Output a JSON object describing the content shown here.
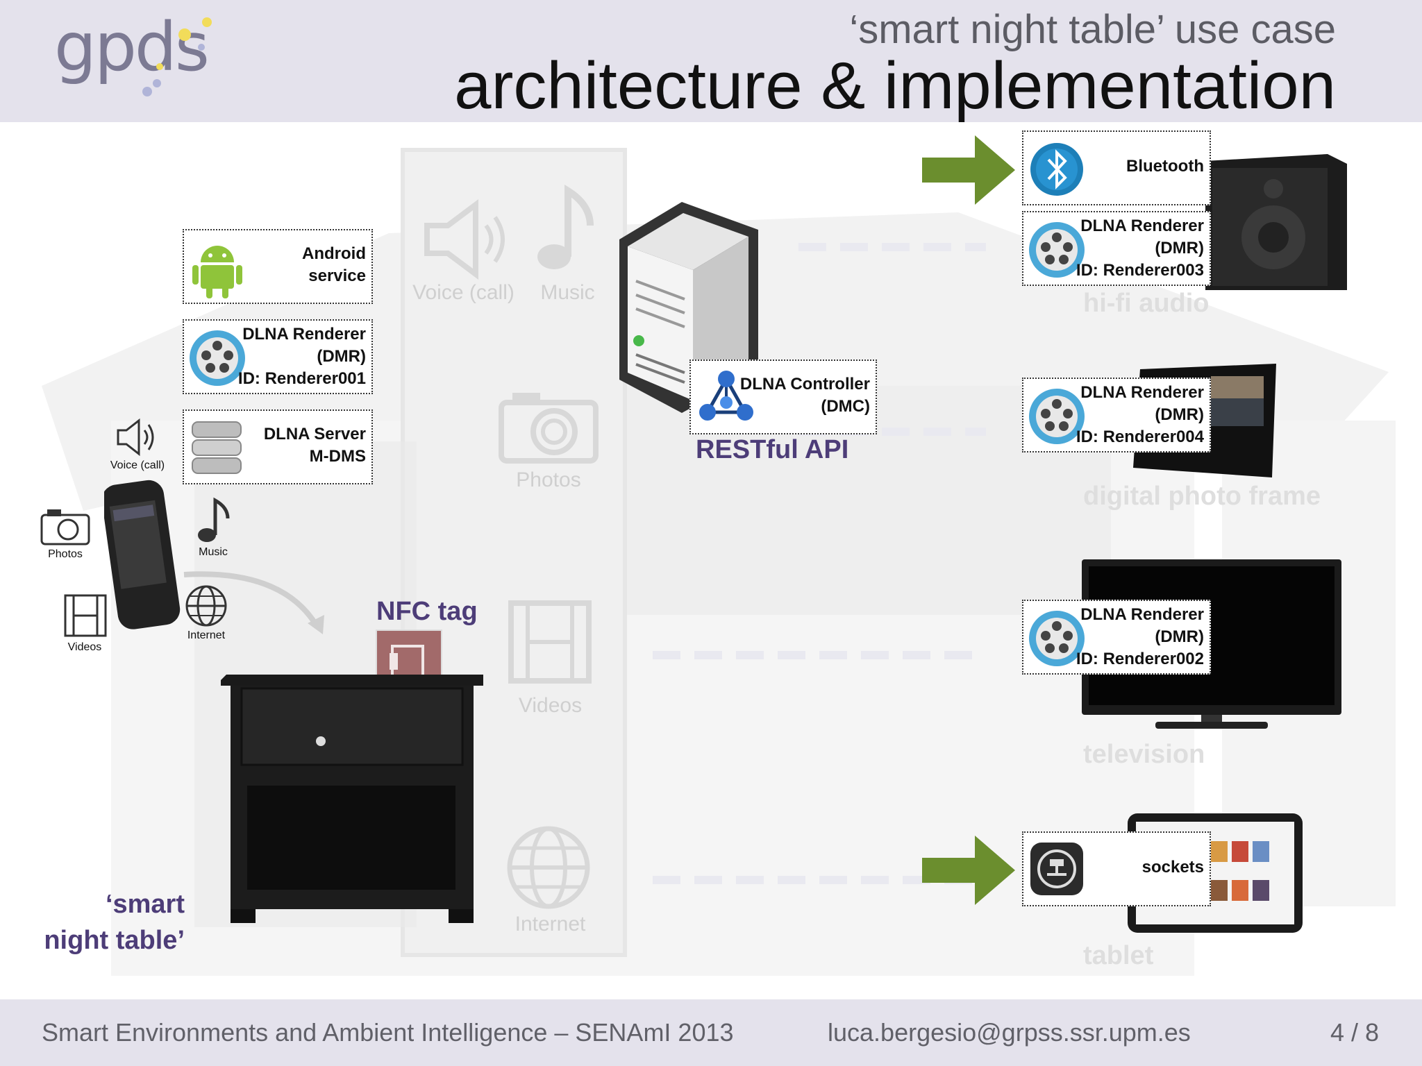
{
  "header": {
    "logo": "gpds",
    "subtitle": "‘smart night table’ use case",
    "title": "architecture & implementation"
  },
  "left": {
    "android": {
      "line1": "Android",
      "line2": "service",
      "icon": "android-icon"
    },
    "renderer001": {
      "line1": "DLNA Renderer",
      "line2": "(DMR)",
      "line3": "ID: Renderer001",
      "icon": "dlna-film-reel-icon"
    },
    "server": {
      "line1": "DLNA Server",
      "line2": "M-DMS",
      "icon": "database-icon"
    },
    "phone_labels": {
      "voice": "Voice (call)",
      "photos": "Photos",
      "music": "Music",
      "videos": "Videos",
      "internet": "Internet"
    },
    "nfc": "NFC tag",
    "night_table": {
      "line1": "‘smart",
      "line2": "night table’"
    }
  },
  "center": {
    "voice": "Voice (call)",
    "music": "Music",
    "photos": "Photos",
    "videos": "Videos",
    "internet": "Internet",
    "controller": {
      "line1": "DLNA Controller",
      "line2": "(DMC)",
      "icon": "dlna-network-icon"
    },
    "api": "RESTful API"
  },
  "right": {
    "bluetooth": {
      "label": "Bluetooth",
      "icon": "bluetooth-icon"
    },
    "renderer003": {
      "line1": "DLNA Renderer",
      "line2": "(DMR)",
      "line3": "ID: Renderer003"
    },
    "hifi": "hi-fi audio",
    "renderer004": {
      "line1": "DLNA Renderer",
      "line2": "(DMR)",
      "line3": "ID: Renderer004"
    },
    "frame": "digital photo frame",
    "renderer002": {
      "line1": "DLNA Renderer",
      "line2": "(DMR)",
      "line3": "ID: Renderer002"
    },
    "tv": "television",
    "sockets": {
      "label": "sockets",
      "icon": "socket-icon"
    },
    "tablet": "tablet"
  },
  "footer": {
    "conference": "Smart Environments and Ambient Intelligence – SENAmI 2013",
    "email": "luca.bergesio@grpss.ssr.upm.es",
    "page": "4 / 8"
  },
  "colors": {
    "accent_purple": "#4d3d78",
    "arrow_green": "#6b8e2e",
    "header_bg": "#e4e2ec"
  }
}
